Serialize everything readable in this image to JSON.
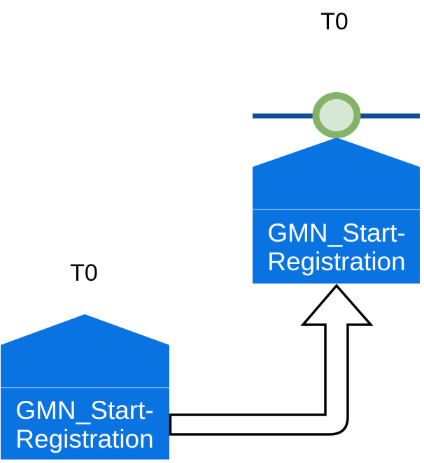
{
  "diagram": {
    "colors": {
      "background": "#ffffff",
      "node_fill": "#0a73e2",
      "node_divider": "rgba(255,255,255,0.55)",
      "node_text": "#ffffff",
      "time_text": "#000000",
      "timeline": "#0d4e94",
      "event_ring": "#82b366",
      "event_fill": "#d5e8d4",
      "connector_fill": "#ffffff",
      "connector_stroke": "#000000"
    },
    "target_node": {
      "time_label": "T0",
      "label_line1": "GMN_Start-",
      "label_line2": "Registration"
    },
    "source_node": {
      "time_label": "T0",
      "label_line1": "GMN_Start-",
      "label_line2": "Registration"
    }
  }
}
